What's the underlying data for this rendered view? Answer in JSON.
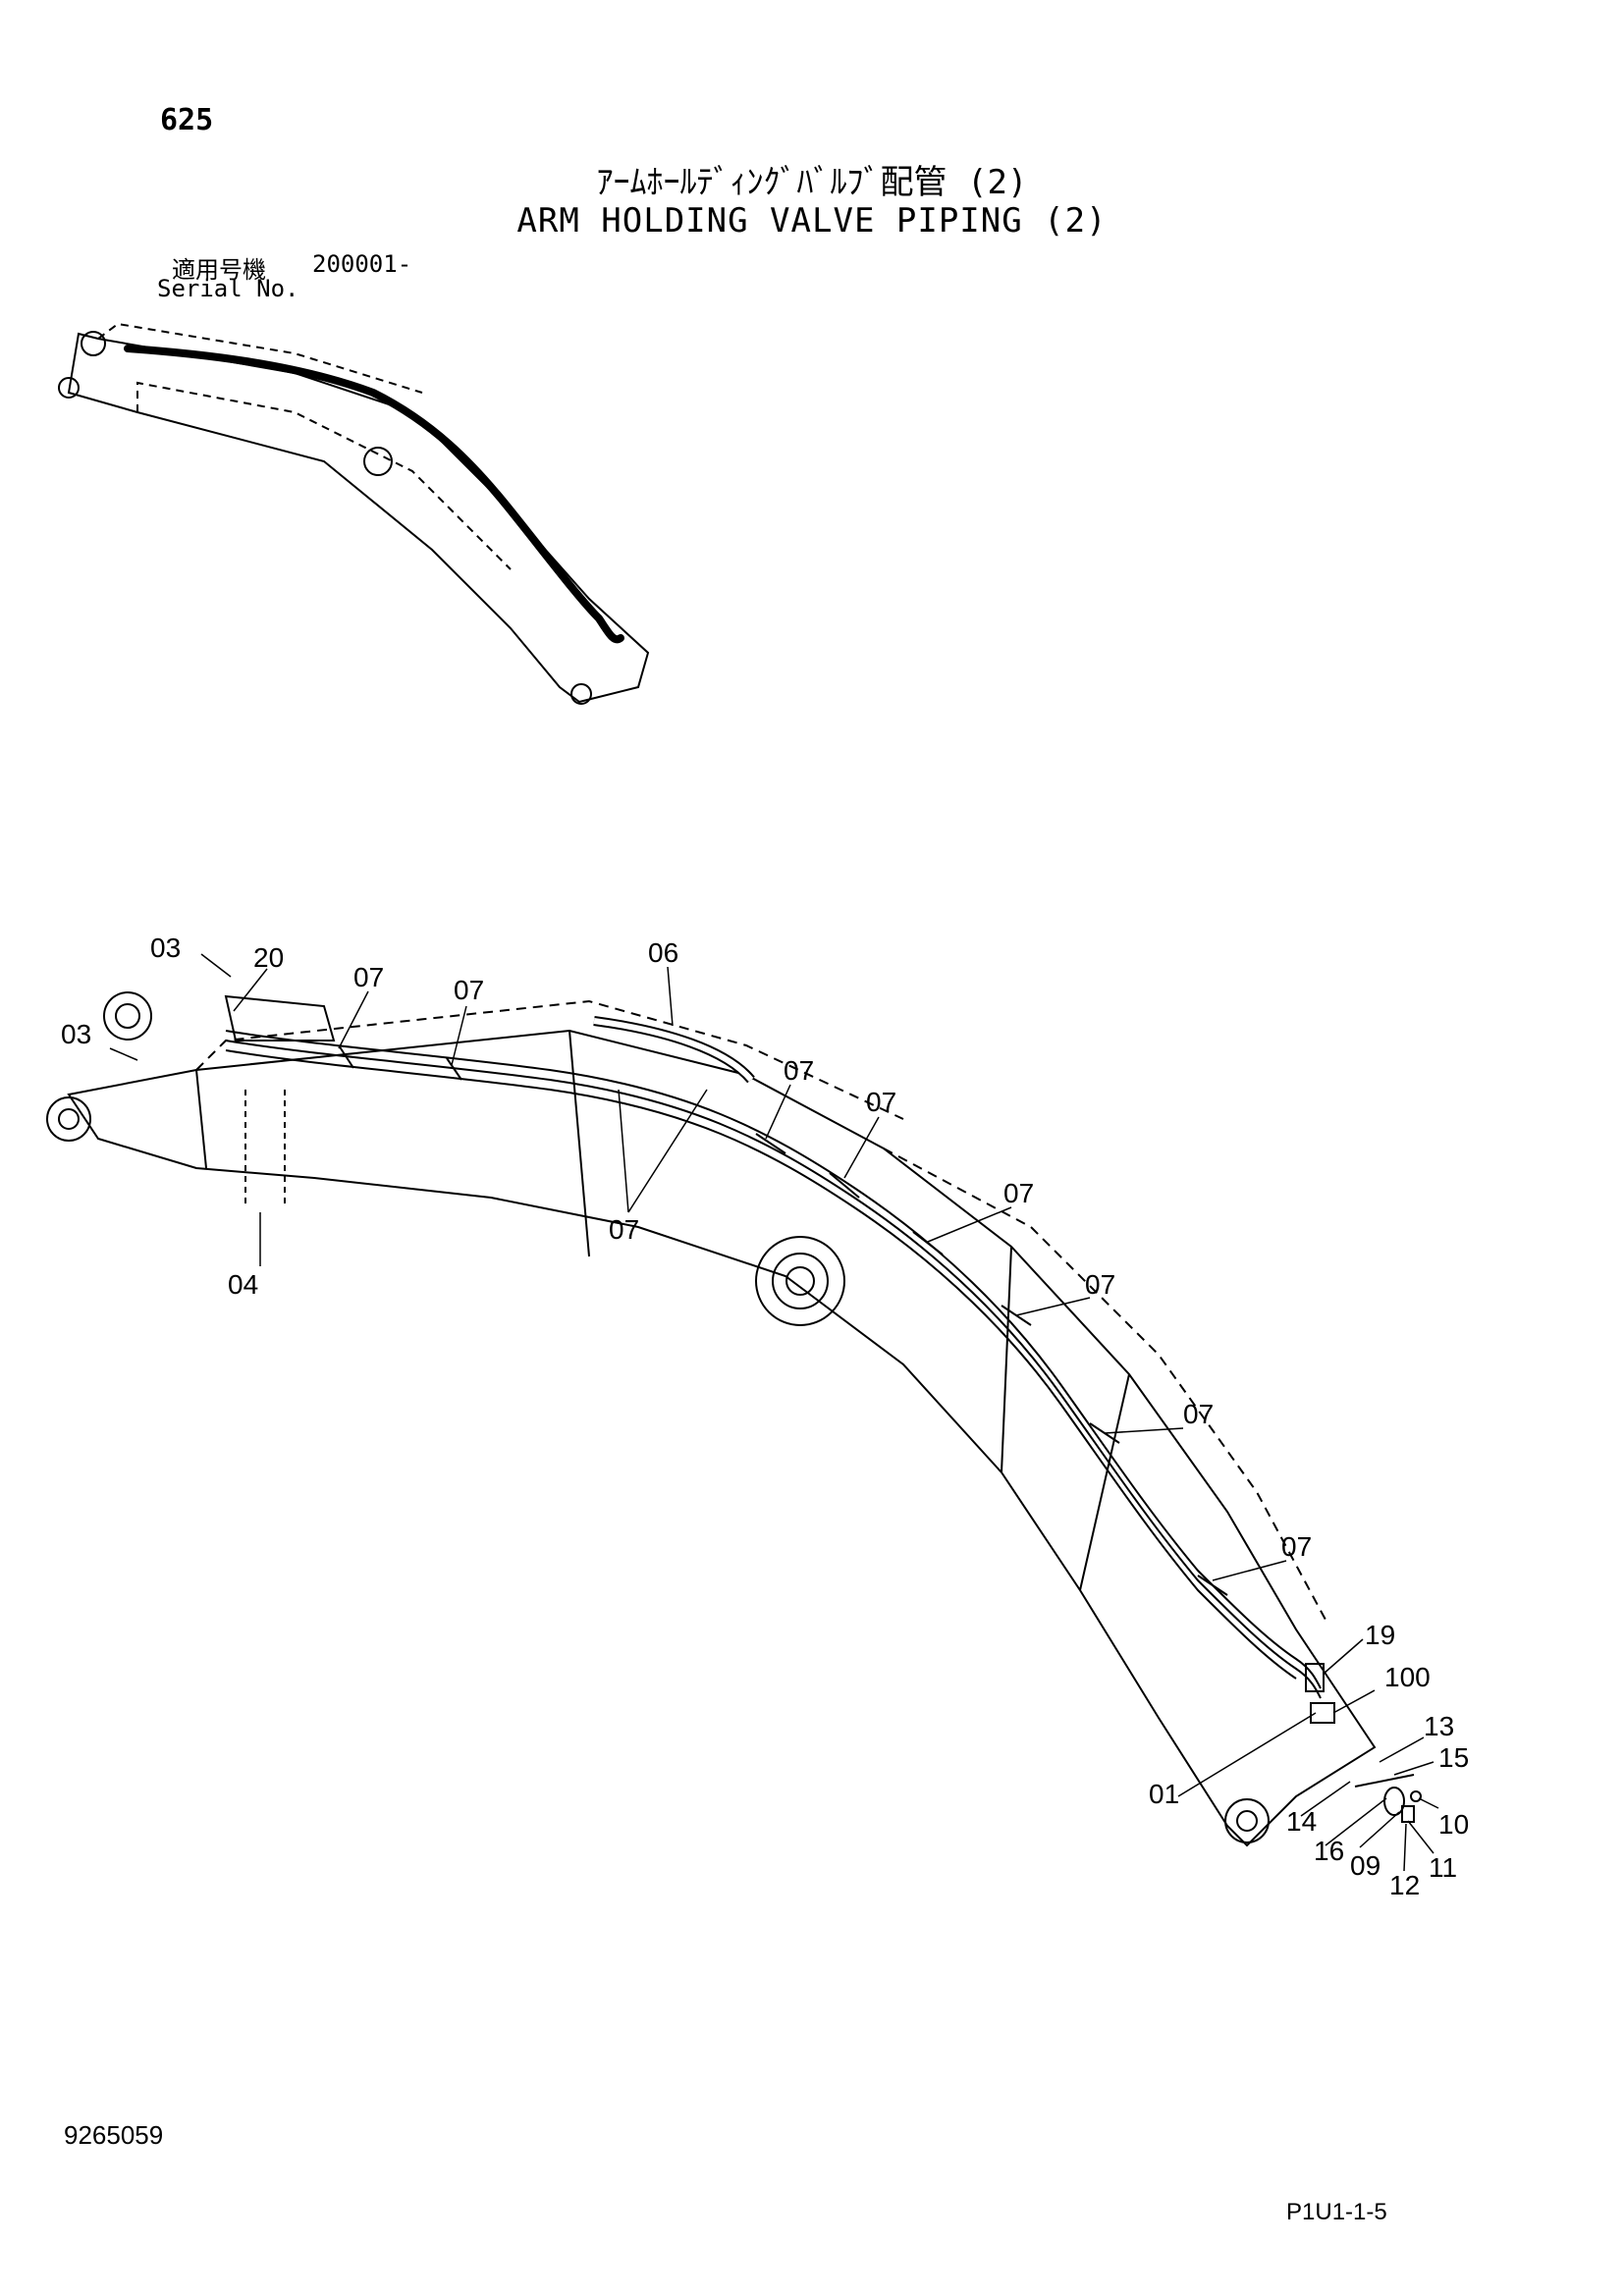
{
  "header": {
    "page_number": "625",
    "title_jp": "ｱｰﾑﾎｰﾙﾃﾞｨﾝｸﾞﾊﾞﾙﾌﾞ配管 (2)",
    "title_en": "ARM HOLDING VALVE PIPING (2)",
    "serial_label_jp": "適用号機",
    "serial_label_en": "Serial No.",
    "serial_value": "200001-"
  },
  "footer": {
    "document_number": "9265059",
    "page_code": "P1U1-1-5"
  },
  "callouts": [
    {
      "id": "c03a",
      "text": "03"
    },
    {
      "id": "c20",
      "text": "20"
    },
    {
      "id": "c03b",
      "text": "03"
    },
    {
      "id": "c07a",
      "text": "07"
    },
    {
      "id": "c07b",
      "text": "07"
    },
    {
      "id": "c06",
      "text": "06"
    },
    {
      "id": "c07c",
      "text": "07"
    },
    {
      "id": "c07d",
      "text": "07"
    },
    {
      "id": "c07e",
      "text": "07"
    },
    {
      "id": "c07f",
      "text": "07"
    },
    {
      "id": "c07g",
      "text": "07"
    },
    {
      "id": "c07h",
      "text": "07"
    },
    {
      "id": "c07i",
      "text": "07"
    },
    {
      "id": "c04",
      "text": "04"
    },
    {
      "id": "c19",
      "text": "19"
    },
    {
      "id": "c100",
      "text": "100"
    },
    {
      "id": "c13",
      "text": "13"
    },
    {
      "id": "c15",
      "text": "15"
    },
    {
      "id": "c01",
      "text": "01"
    },
    {
      "id": "c14",
      "text": "14"
    },
    {
      "id": "c10",
      "text": "10"
    },
    {
      "id": "c16",
      "text": "16"
    },
    {
      "id": "c09",
      "text": "09"
    },
    {
      "id": "c11",
      "text": "11"
    },
    {
      "id": "c12",
      "text": "12"
    }
  ]
}
